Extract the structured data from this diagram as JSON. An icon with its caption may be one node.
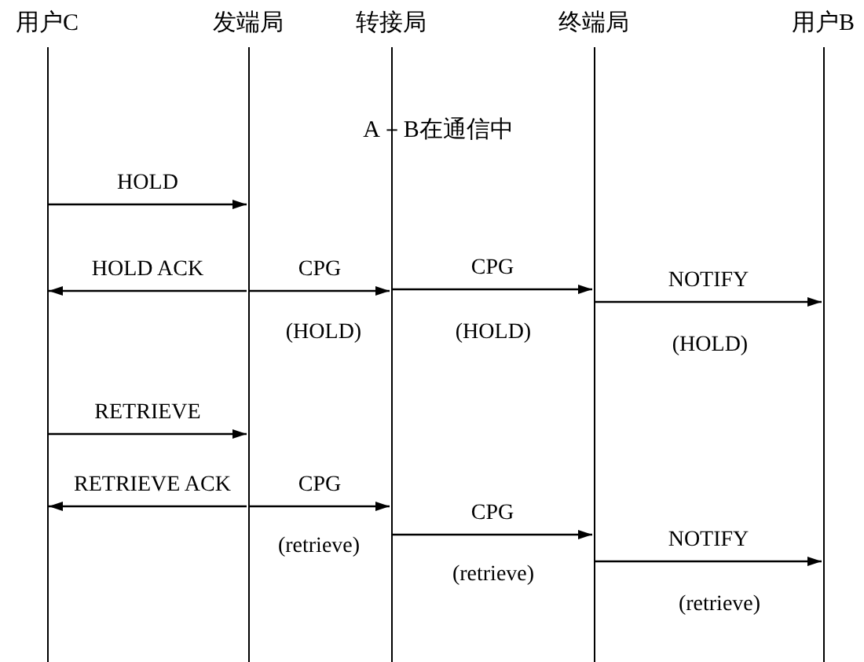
{
  "diagram": {
    "nodes": [
      {
        "text": [
          "用户C"
        ]
      },
      {
        "text": [
          "发端局"
        ]
      },
      {
        "text": [
          "转接局"
        ]
      },
      {
        "text": [
          "终端局"
        ]
      },
      {
        "text": [
          "用户B"
        ]
      }
    ],
    "edges": [
      {
        "from": 0,
        "to": 1,
        "arrow": "to",
        "label": "HOLD"
      },
      {
        "from": 1,
        "to": 0,
        "arrow": "to",
        "label": "HOLD ACK"
      },
      {
        "from": 1,
        "to": 2,
        "arrow": "to",
        "label": "CPG"
      },
      {
        "from": 2,
        "to": 3,
        "arrow": "to",
        "label": "CPG"
      },
      {
        "from": 3,
        "to": 4,
        "arrow": "to",
        "label": "NOTIFY"
      },
      {
        "from": 0,
        "to": 1,
        "arrow": "to",
        "label": "RETRIEVE"
      },
      {
        "from": 1,
        "to": 0,
        "arrow": "to",
        "label": "RETRIEVE ACK"
      },
      {
        "from": 1,
        "to": 2,
        "arrow": "to",
        "label": "CPG"
      },
      {
        "from": 2,
        "to": 3,
        "arrow": "to",
        "label": "CPG"
      },
      {
        "from": 3,
        "to": 4,
        "arrow": "to",
        "label": "NOTIFY"
      }
    ],
    "labels": [
      "A－B在通信中",
      "(HOLD)",
      "(HOLD)",
      "(HOLD)",
      "(retrieve)",
      "(retrieve)",
      "(retrieve)"
    ]
  }
}
